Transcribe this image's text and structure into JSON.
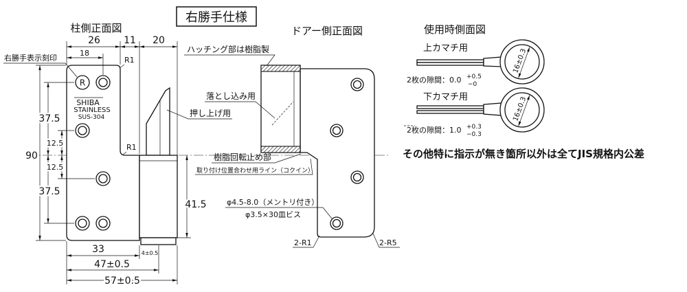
{
  "title": "右勝手仕様",
  "pillar_view": {
    "title": "柱側正面図",
    "marking_label": "右勝手表示刻印",
    "r_mark": "R",
    "stamp_brand": "SHIBA",
    "stamp_material": "STAINLESS",
    "stamp_grade": "SUS-304",
    "push_up_label": "押し上げ用",
    "radius_top": "R1",
    "radius_step": "R1",
    "dims": {
      "plate_width": "26",
      "step_width": "11",
      "knuckle_width": "20",
      "mark_offset": "18",
      "upper_pitch": "37.5",
      "upper_offset": "12.5",
      "height": "90",
      "lower_offset": "12.5",
      "lower_pitch": "37.5",
      "knuckle_height": "41.5",
      "base_width": "33",
      "collar": "4±0.5",
      "inner_width": "47±0.5",
      "overall_width": "57±0.5"
    }
  },
  "door_view": {
    "title": "ドアー側正面図",
    "resin_note": "ハッチング部は樹脂製",
    "drop_in_label": "落とし込み用",
    "rotation_stop_label": "樹脂回転止め部",
    "alignment_line_label": "取り付け位置合わせ用ライン（コクイン）",
    "hole_spec": "φ4.5-8.0（メントリ付き）",
    "screw_spec": "φ3.5×30皿ビス",
    "corner_small": "2-R1",
    "corner_large": "2-R5"
  },
  "side_view": {
    "title": "使用時側面図",
    "upper": {
      "label": "上カマチ用",
      "diameter": "16±0.3",
      "gap_label": "2枚の隙間：0.0",
      "tol_plus": "+0.5",
      "tol_minus": "−0"
    },
    "lower": {
      "label": "下カマチ用",
      "diameter": "16±0.3",
      "gap_label": "2枚の隙間：1.0",
      "tol_plus": "+0.3",
      "tol_minus": "−0.3"
    }
  },
  "note": "その他特に指示が無き箇所以外は全てJIS規格内公差"
}
